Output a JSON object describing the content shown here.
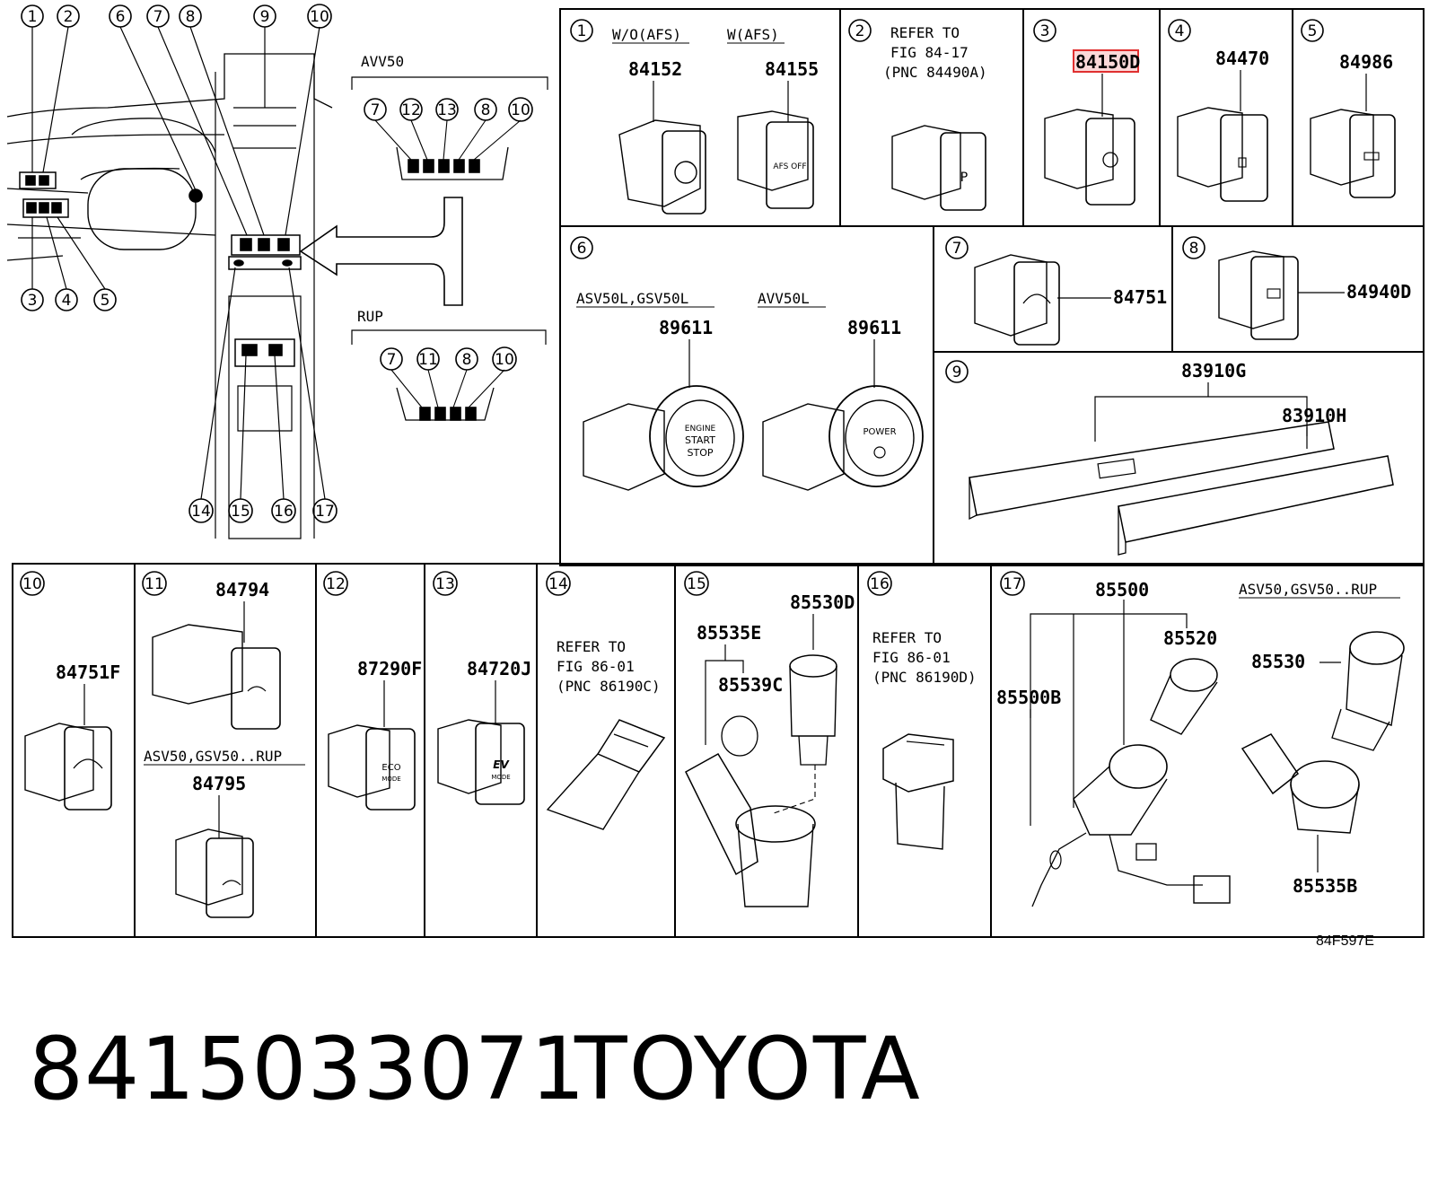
{
  "overview": {
    "left_callouts": [
      "1",
      "2",
      "3",
      "4",
      "5",
      "6",
      "7",
      "8",
      "9",
      "10",
      "14",
      "15",
      "16",
      "17"
    ],
    "avv50": {
      "title": "AVV50",
      "callouts": [
        "7",
        "12",
        "13",
        "8",
        "10"
      ]
    },
    "rup": {
      "title": "RUP",
      "callouts": [
        "7",
        "11",
        "8",
        "10"
      ]
    }
  },
  "cells": {
    "c1": {
      "num": "1",
      "var_a": "W/O(AFS)",
      "var_b": "W(AFS)",
      "pn_a": "84152",
      "pn_b": "84155",
      "afs_text": "AFS OFF"
    },
    "c2": {
      "num": "2",
      "refer_1": "REFER TO",
      "refer_2": "FIG 84-17",
      "refer_3": "(PNC 84490A)"
    },
    "c3": {
      "num": "3",
      "pn": "84150D"
    },
    "c4": {
      "num": "4",
      "pn": "84470"
    },
    "c5": {
      "num": "5",
      "pn": "84986"
    },
    "c6": {
      "num": "6",
      "var_a": "ASV50L,GSV50L",
      "var_b": "AVV50L",
      "pn_a": "89611",
      "pn_b": "89611",
      "btn_a_1": "ENGINE",
      "btn_a_2": "START",
      "btn_a_3": "STOP",
      "btn_b": "POWER"
    },
    "c7": {
      "num": "7",
      "pn": "84751"
    },
    "c8": {
      "num": "8",
      "pn": "84940D"
    },
    "c9": {
      "num": "9",
      "pn_a": "83910G",
      "pn_b": "83910H"
    },
    "c10": {
      "num": "10",
      "pn": "84751F"
    },
    "c11": {
      "num": "11",
      "pn_a": "84794",
      "variant": "ASV50,GSV50..RUP",
      "pn_b": "84795"
    },
    "c12": {
      "num": "12",
      "pn": "87290F",
      "btn_1": "ECO",
      "btn_2": "MODE"
    },
    "c13": {
      "num": "13",
      "pn": "84720J",
      "btn_1": "EV",
      "btn_2": "MODE"
    },
    "c14": {
      "num": "14",
      "refer_1": "REFER TO",
      "refer_2": "FIG 86-01",
      "refer_3": "(PNC 86190C)"
    },
    "c15": {
      "num": "15",
      "pn_a": "85535E",
      "pn_b": "85530D",
      "pn_c": "85539C"
    },
    "c16": {
      "num": "16",
      "refer_1": "REFER TO",
      "refer_2": "FIG 86-01",
      "refer_3": "(PNC 86190D)"
    },
    "c17": {
      "num": "17",
      "pn_a": "85500",
      "pn_b": "85520",
      "pn_c": "85500B",
      "variant": "ASV50,GSV50..RUP",
      "pn_d": "85530",
      "pn_e": "85535B"
    }
  },
  "highlight_color": "#e03030",
  "ref_code": "84F597E",
  "footer": {
    "part_number": "8415033071",
    "brand": "TOYOTA"
  }
}
